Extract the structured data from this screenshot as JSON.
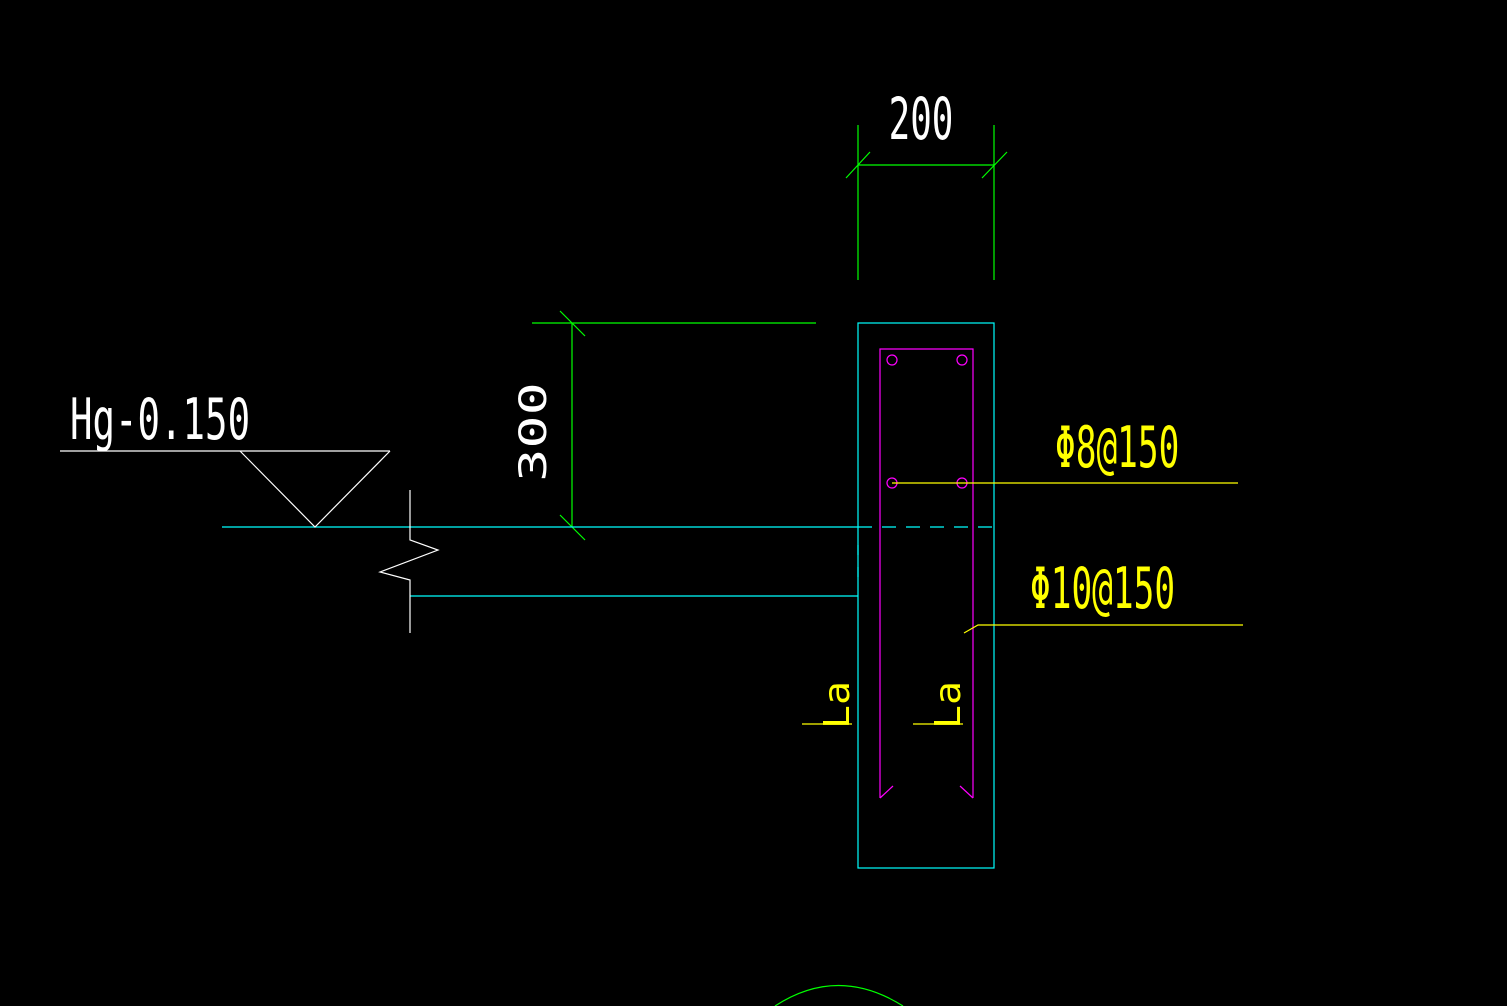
{
  "drawing": {
    "dimension_width": "200",
    "dimension_height": "300",
    "elevation_label": "Hg-0.150",
    "rebar_stirrup": "Φ8@150",
    "rebar_main": "Φ10@150",
    "anchor_label_left": "La",
    "anchor_label_right": "La"
  },
  "colors": {
    "background": "#000000",
    "dimension": "#00ff00",
    "outline": "#00ffff",
    "rebar": "#ff00ff",
    "annotation": "#ffff00",
    "text_white": "#ffffff"
  }
}
